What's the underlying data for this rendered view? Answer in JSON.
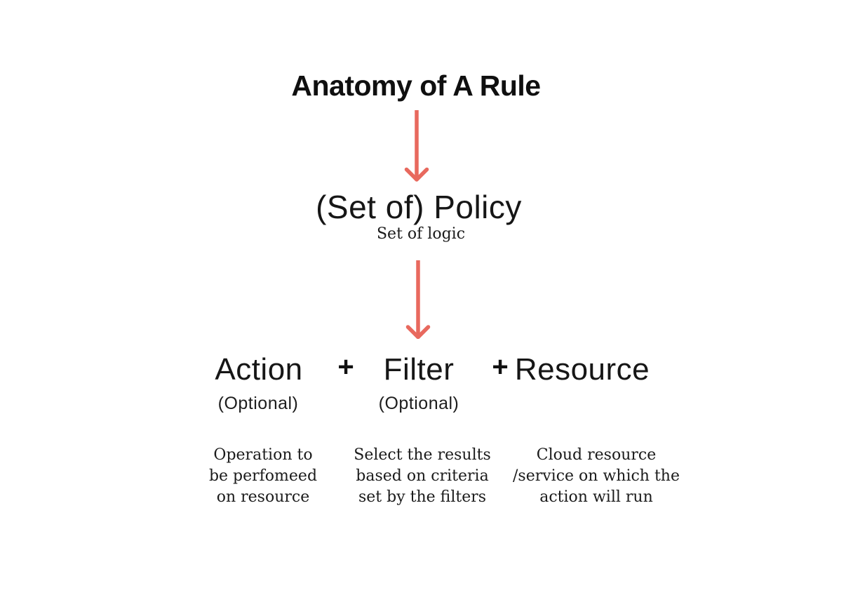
{
  "canvas": {
    "background": "#ffffff",
    "text_color": "#1d1d1d",
    "arrow_color": "#e8695e"
  },
  "diagram": {
    "title": "Anatomy of A Rule",
    "policy": {
      "label": "(Set of) Policy",
      "sublabel": "Set of logic"
    },
    "plus": "+",
    "parts": [
      {
        "label": "Action",
        "note": "(Optional)",
        "description": "Operation to\nbe perfomeed\non resource"
      },
      {
        "label": "Filter",
        "note": "(Optional)",
        "description": "Select the results\nbased on criteria\nset by the filters"
      },
      {
        "label": "Resource",
        "note": "",
        "description": "Cloud resource\n/service on which the\naction will run"
      }
    ]
  }
}
